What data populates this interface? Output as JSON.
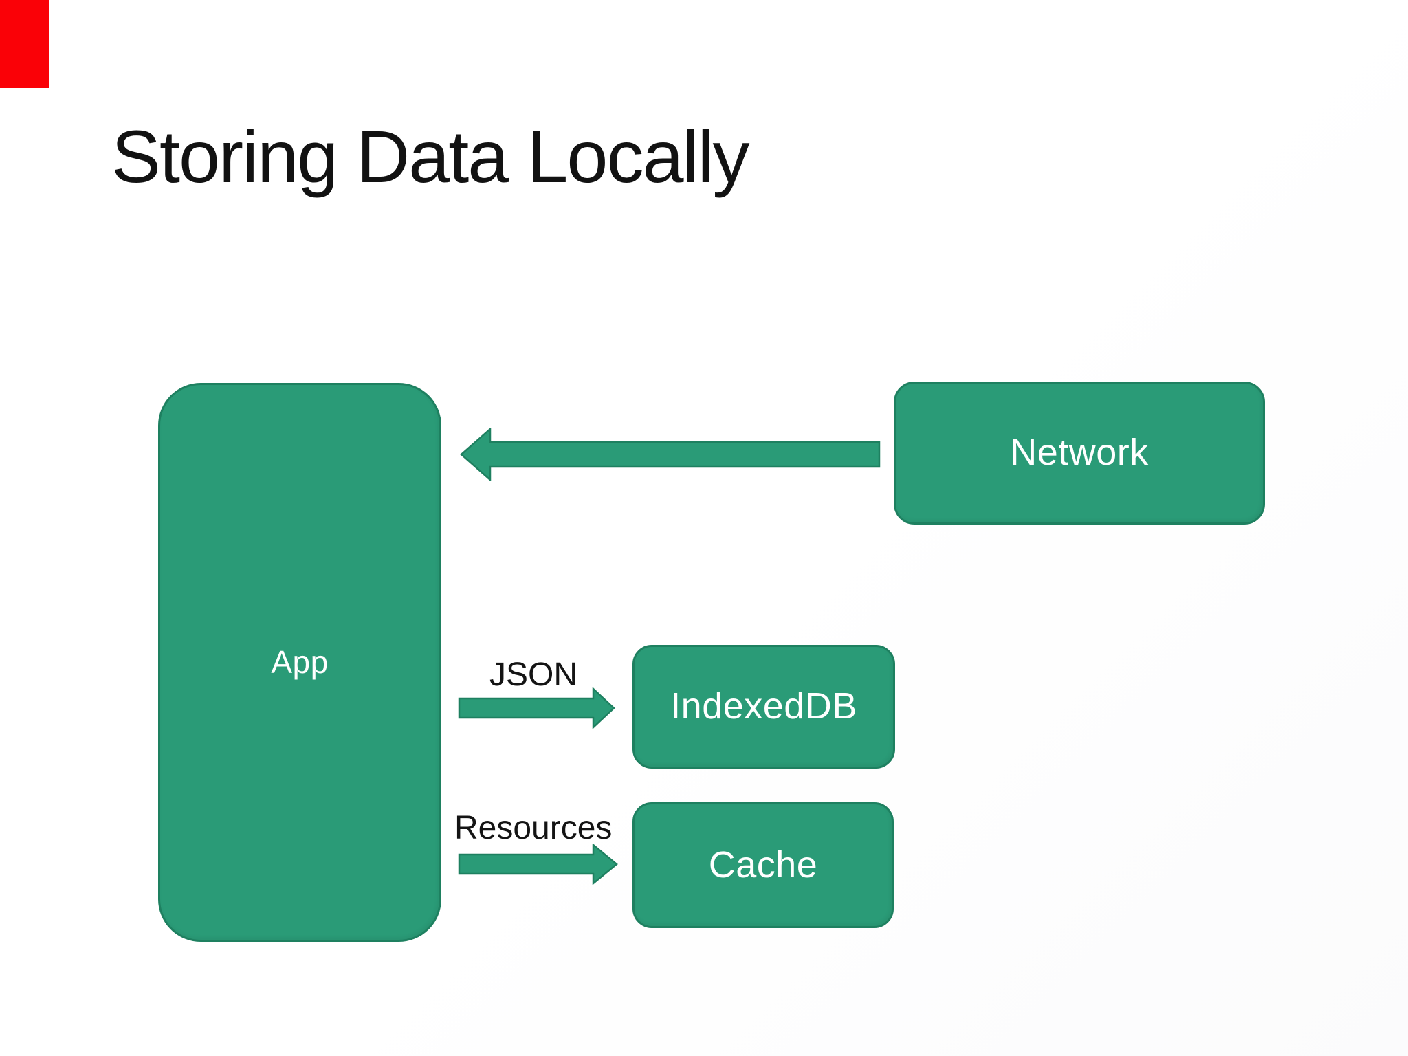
{
  "slide": {
    "title": "Storing Data Locally"
  },
  "diagram": {
    "nodes": [
      {
        "id": "app",
        "label": "App"
      },
      {
        "id": "network",
        "label": "Network"
      },
      {
        "id": "indexeddb",
        "label": "IndexedDB"
      },
      {
        "id": "cache",
        "label": "Cache"
      }
    ],
    "edges": [
      {
        "from": "network",
        "to": "app",
        "label": "",
        "direction": "left"
      },
      {
        "from": "app",
        "to": "indexeddb",
        "label": "JSON",
        "direction": "right"
      },
      {
        "from": "app",
        "to": "cache",
        "label": "Resources",
        "direction": "right"
      }
    ]
  },
  "theme": {
    "node-fill": "#2a9b77",
    "node-border": "#1e8060",
    "node-text": "#ffffff",
    "title-color": "#121212",
    "label-color": "#141414",
    "bg": "#ffffff",
    "artifact-red": "#fa0107"
  }
}
